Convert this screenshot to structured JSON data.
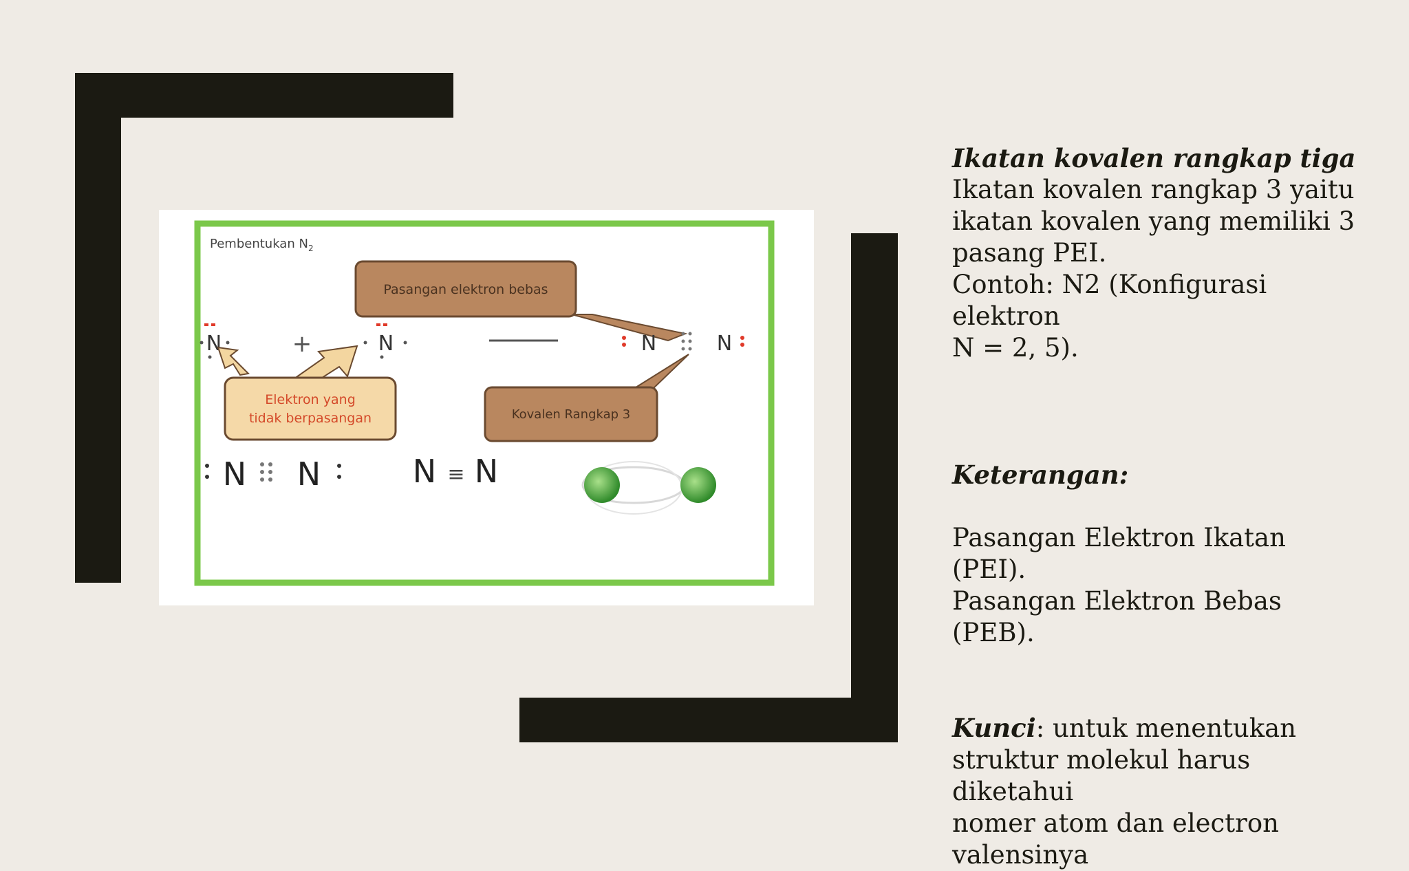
{
  "figure": {
    "title": "Pembentukan N",
    "title_sub": "2",
    "callout_free_pairs": "Pasangan elektron bebas",
    "callout_unpaired_line1": "Elektron yang",
    "callout_unpaired_line2": "tidak berpasangan",
    "callout_triple": "Kovalen Rangkap 3",
    "atom_symbol": "N",
    "plus_sign": "+",
    "lewis_colon_left": ":",
    "lewis_colon_right": ":",
    "triple_bond_symbol": "≡",
    "colors": {
      "frame_green": "#7bc84a",
      "callout_fill": "#b9875f",
      "callout_light_fill": "#f5d9a8",
      "callout_text": "#4a3220",
      "unpaired_text": "#d44a2a",
      "arrow_fill": "#f3d6a0",
      "electron_red": "#e03a2a",
      "molecule_green": "#4caf3a"
    }
  },
  "text": {
    "heading": "Ikatan kovalen rangkap tiga",
    "line1": "Ikatan kovalen rangkap 3 yaitu",
    "line2": "ikatan kovalen yang memiliki 3",
    "line3": "pasang PEI.",
    "line4": "Contoh: N2 (Konfigurasi elektron",
    "line5": "N = 2, 5).",
    "keterangan_label": "Keterangan:",
    "pei": "Pasangan Elektron Ikatan (PEI).",
    "peb": "Pasangan Elektron Bebas (PEB).",
    "kunci_label": "Kunci",
    "kunci_rest": ": untuk menentukan",
    "kunci_line2": "struktur molekul harus diketahui",
    "kunci_line3": "nomer atom dan electron",
    "kunci_line4": "valensinya"
  }
}
